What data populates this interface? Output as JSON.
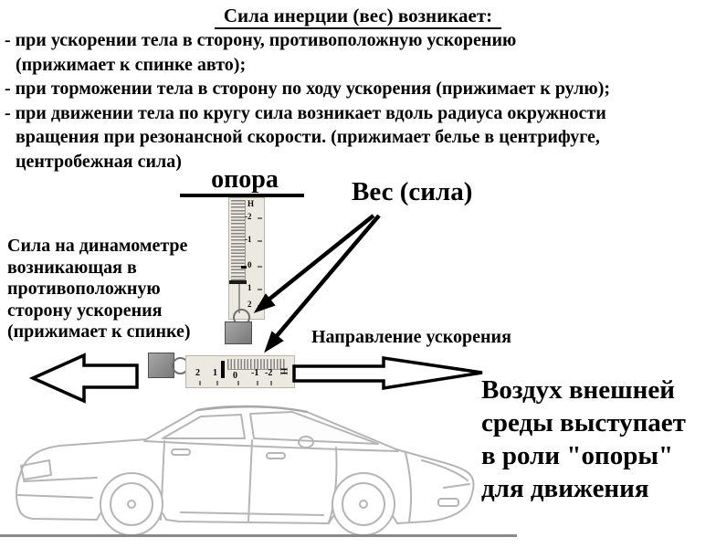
{
  "title": "Сила инерции (вес) возникает:",
  "bullets": [
    "- при ускорении тела в сторону, противоположную ускорению",
    "(прижимает к спинке авто);",
    "- при торможении тела в сторону по ходу ускорения (прижимает к рулю);",
    "- при движении тела по кругу сила возникает вдоль радиуса окружности",
    "вращения при резонансной скорости. (прижимает белье в центрифуге,",
    "центробежная сила)"
  ],
  "labels": {
    "support": "опора",
    "weight_force": "Вес (сила)",
    "acceleration_direction": "Направление ускорения"
  },
  "left_note": {
    "lines": [
      "Сила на динамометре",
      "возникающая в",
      "противоположную",
      "сторону ускорения",
      "(прижимает к спинке)"
    ]
  },
  "right_note": {
    "lines": [
      "Воздух внешней",
      "среды выступает",
      "в роли \"опоры\"",
      "для движения"
    ]
  },
  "vertical_dynamometer": {
    "scale": [
      "H",
      "-2",
      "-1",
      "0",
      "1",
      "2"
    ]
  },
  "horizontal_dynamometer": {
    "scale": [
      "2",
      "1",
      "0",
      "-1",
      "-2",
      "H"
    ]
  },
  "colors": {
    "text": "#000000",
    "background": "#ffffff",
    "dynamometer_body": "#ece9e0",
    "weight_block": "#8f8f8f",
    "car_line": "#b5b5b5",
    "ground_line": "#8a8a8a"
  }
}
